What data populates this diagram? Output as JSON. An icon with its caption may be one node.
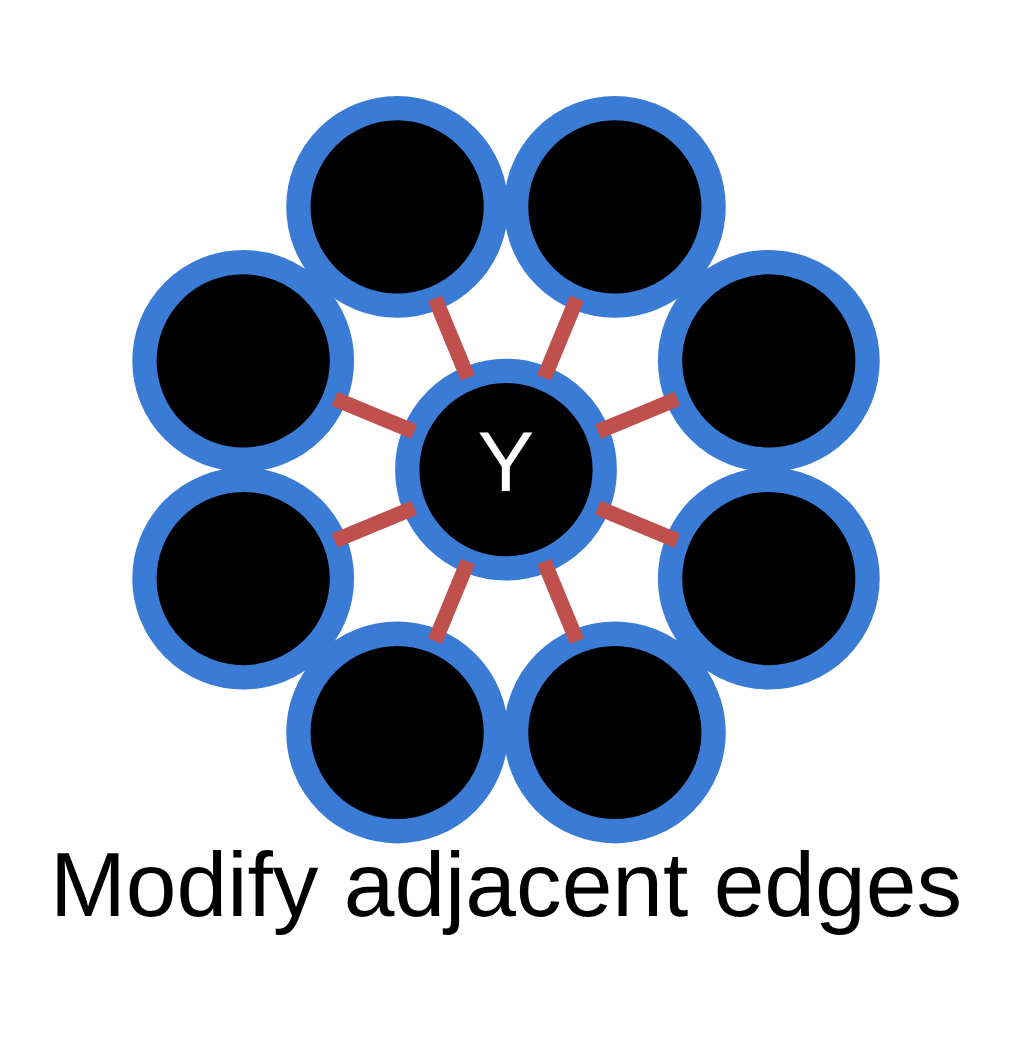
{
  "diagram": {
    "caption": "Modify adjacent edges",
    "nodes": [
      {
        "text": [],
        "shape": "circle"
      },
      {
        "text": [],
        "shape": "circle"
      },
      {
        "text": [],
        "shape": "circle"
      },
      {
        "text": [],
        "shape": "circle"
      },
      {
        "text": [
          "Y"
        ]
      },
      {
        "text": [],
        "shape": "circle"
      },
      {
        "text": [],
        "shape": "circle"
      },
      {
        "text": [],
        "shape": "circle"
      },
      {
        "text": [],
        "shape": "circle"
      }
    ],
    "edges": [
      {
        "from": 4,
        "to": 0,
        "arrow": "none"
      },
      {
        "from": 4,
        "to": 2,
        "arrow": "none"
      },
      {
        "from": 4,
        "to": 5,
        "arrow": "none"
      },
      {
        "from": 4,
        "to": 7,
        "arrow": "none"
      },
      {
        "from": 4,
        "to": 8,
        "arrow": "none"
      },
      {
        "from": 4,
        "to": 6,
        "arrow": "none"
      },
      {
        "from": 4,
        "to": 3,
        "arrow": "none"
      },
      {
        "from": 4,
        "to": 1,
        "arrow": "none"
      }
    ]
  }
}
